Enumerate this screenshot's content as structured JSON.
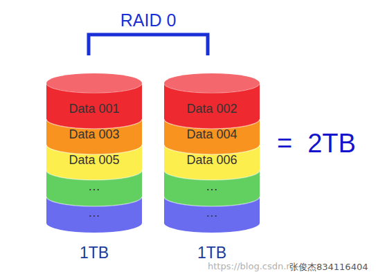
{
  "diagram": {
    "nodes": [
      {
        "text": [
          "1TB"
        ]
      },
      {
        "text": [
          "Data 001"
        ],
        "in": 0
      },
      {
        "text": [
          "Data 003"
        ],
        "in": 0
      },
      {
        "text": [
          "Data 005"
        ],
        "in": 0
      },
      {
        "text": [
          "…"
        ],
        "in": 0
      },
      {
        "text": [
          "…"
        ],
        "in": 0
      },
      {
        "text": [
          "1TB"
        ]
      },
      {
        "text": [
          "Data 002"
        ],
        "in": 6
      },
      {
        "text": [
          "Data 004"
        ],
        "in": 6
      },
      {
        "text": [
          "Data 006"
        ],
        "in": 6
      },
      {
        "text": [
          "…"
        ],
        "in": 6
      },
      {
        "text": [
          "…"
        ],
        "in": 6
      }
    ],
    "edges": [
      {
        "from": 0,
        "to": 6,
        "arrow": "none",
        "label": "RAID 0"
      }
    ],
    "labels": [
      "= 2TB",
      "https://blog.csdn.n",
      "张俊杰834116404"
    ]
  }
}
